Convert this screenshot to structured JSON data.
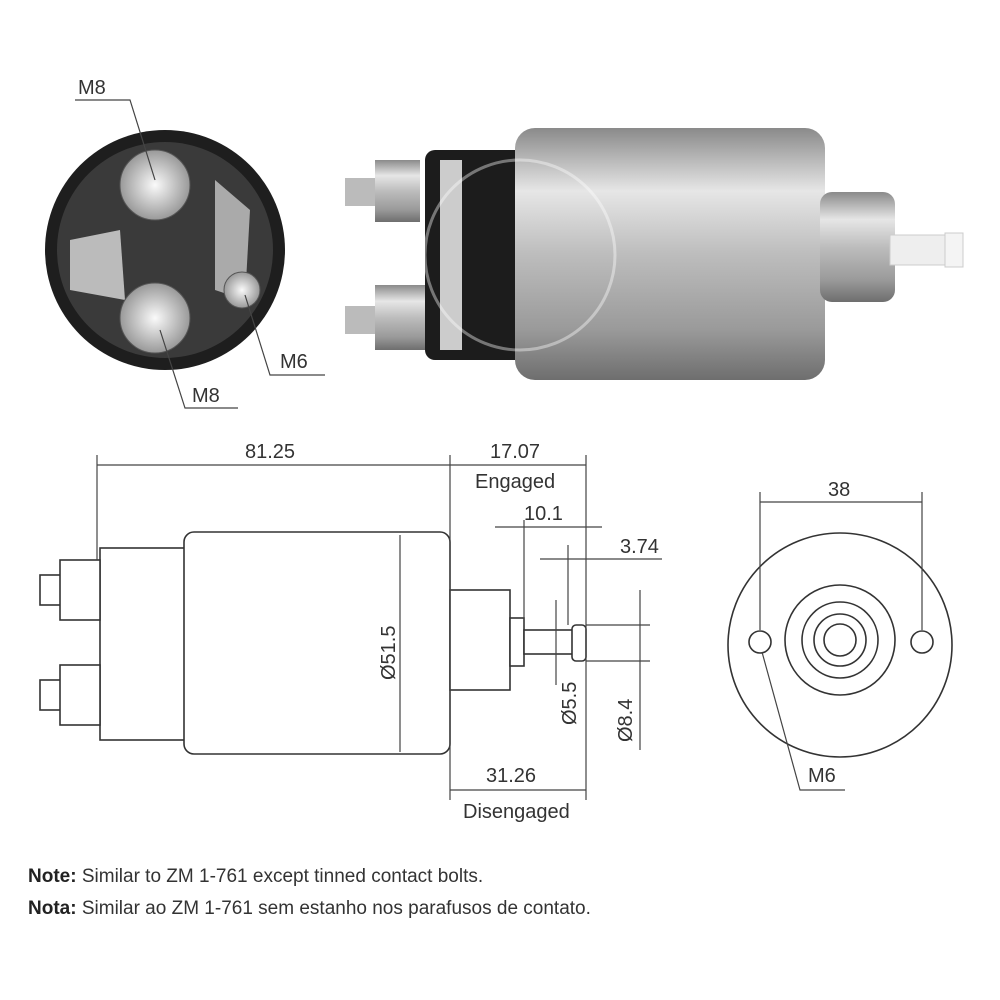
{
  "photo_labels": {
    "terminal_top": "M8",
    "terminal_bottom": "M8",
    "terminal_small": "M6"
  },
  "dimensions": {
    "body_length": "81.25",
    "engaged_length": "17.07",
    "engaged_label": "Engaged",
    "plunger_tip": "10.1",
    "tip_length": "3.74",
    "body_diameter": "Ø51.5",
    "shaft_diameter": "Ø5.5",
    "tip_diameter": "Ø8.4",
    "disengaged_length": "31.26",
    "disengaged_label": "Disengaged",
    "flange_width": "38",
    "mount_thread": "M6"
  },
  "notes": [
    {
      "label": "Note:",
      "text": " Similar to ZM 1-761 except tinned contact bolts."
    },
    {
      "label": "Nota:",
      "text": " Similar ao ZM 1-761 sem estanho nos parafusos de contato."
    }
  ]
}
